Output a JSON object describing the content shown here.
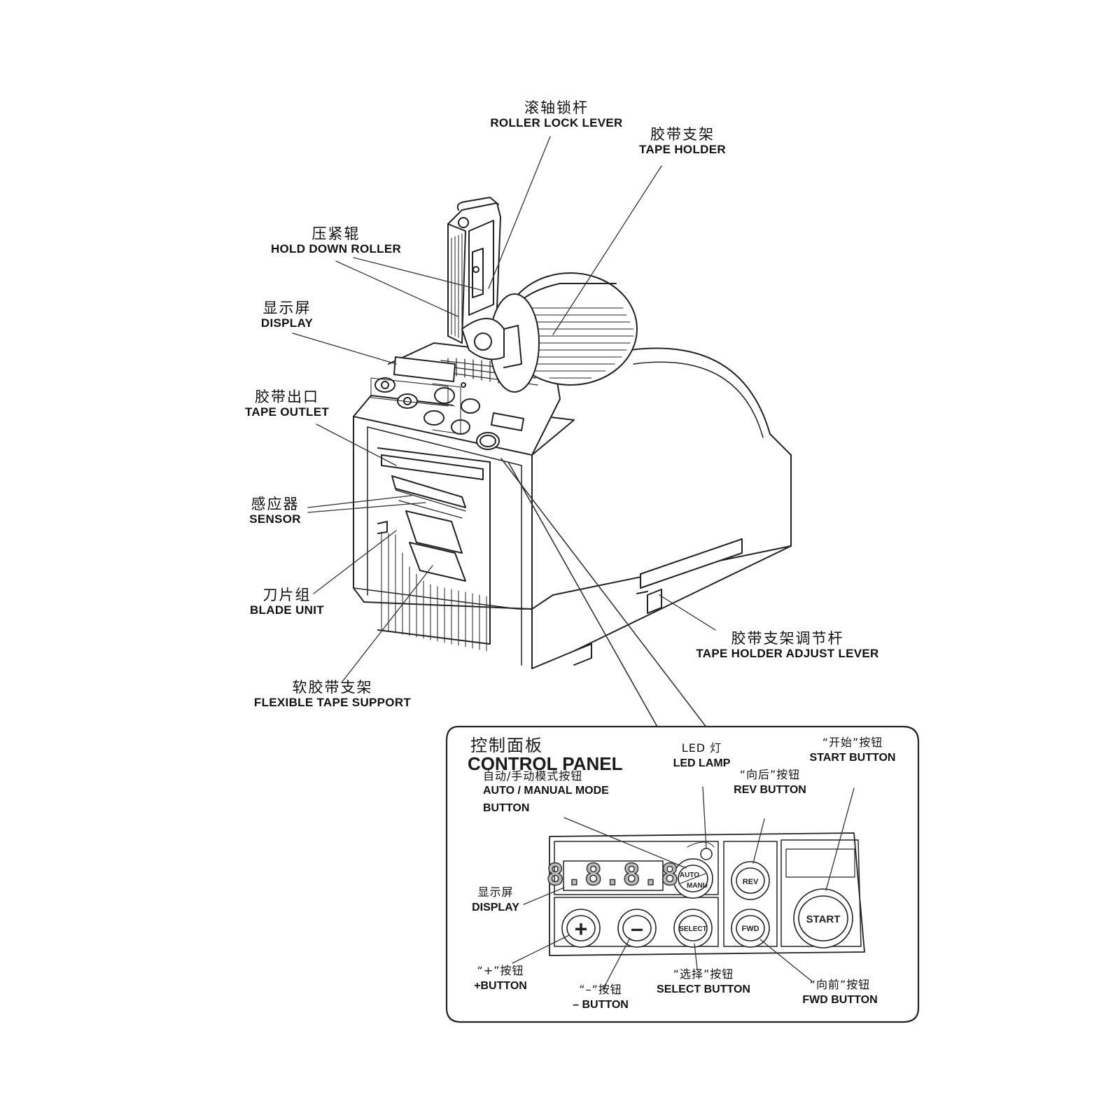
{
  "labels": {
    "roller_lock_lever": {
      "zh": "滚轴锁杆",
      "en": "ROLLER LOCK LEVER"
    },
    "tape_holder": {
      "zh": "胶带支架",
      "en": "TAPE HOLDER"
    },
    "hold_down_roller": {
      "zh": "压紧辊",
      "en": "HOLD DOWN ROLLER"
    },
    "display": {
      "zh": "显示屏",
      "en": "DISPLAY"
    },
    "tape_outlet": {
      "zh": "胶带出口",
      "en": "TAPE OUTLET"
    },
    "sensor": {
      "zh": "感应器",
      "en": "SENSOR"
    },
    "blade_unit": {
      "zh": "刀片组",
      "en": "BLADE UNIT"
    },
    "flexible_tape_support": {
      "zh": "软胶带支架",
      "en": "FLEXIBLE TAPE SUPPORT"
    },
    "tape_holder_adjust_lever": {
      "zh": "胶带支架调节杆",
      "en": "TAPE HOLDER ADJUST LEVER"
    }
  },
  "control_panel": {
    "title_zh": "控制面板",
    "title_en": "CONTROL PANEL",
    "led_lamp": {
      "zh": "LED 灯",
      "en": "LED LAMP"
    },
    "start_button": {
      "zh": "“开始”按钮",
      "en": "START BUTTON"
    },
    "auto_manual_button": {
      "zh": "自动/手动模式按钮",
      "en1": "AUTO / MANUAL MODE",
      "en2": "BUTTON"
    },
    "rev_button": {
      "zh": "“向后”按钮",
      "en": "REV BUTTON"
    },
    "display": {
      "zh": "显示屏",
      "en": "DISPLAY"
    },
    "plus_button": {
      "zh": "“+”按钮",
      "en": "+BUTTON"
    },
    "minus_button": {
      "zh": "“–”按钮",
      "en": "– BUTTON"
    },
    "select_button": {
      "zh": "“选择”按钮",
      "en": "SELECT BUTTON"
    },
    "fwd_button": {
      "zh": "“向前”按钮",
      "en": "FWD BUTTON"
    },
    "display_digits": "8.8.8.8",
    "btn_auto": "AUTO",
    "btn_manu": "MANU",
    "btn_rev": "REV",
    "btn_fwd": "FWD",
    "btn_start": "START",
    "btn_plus": "+",
    "btn_minus": "–",
    "btn_select": "SELECT"
  }
}
